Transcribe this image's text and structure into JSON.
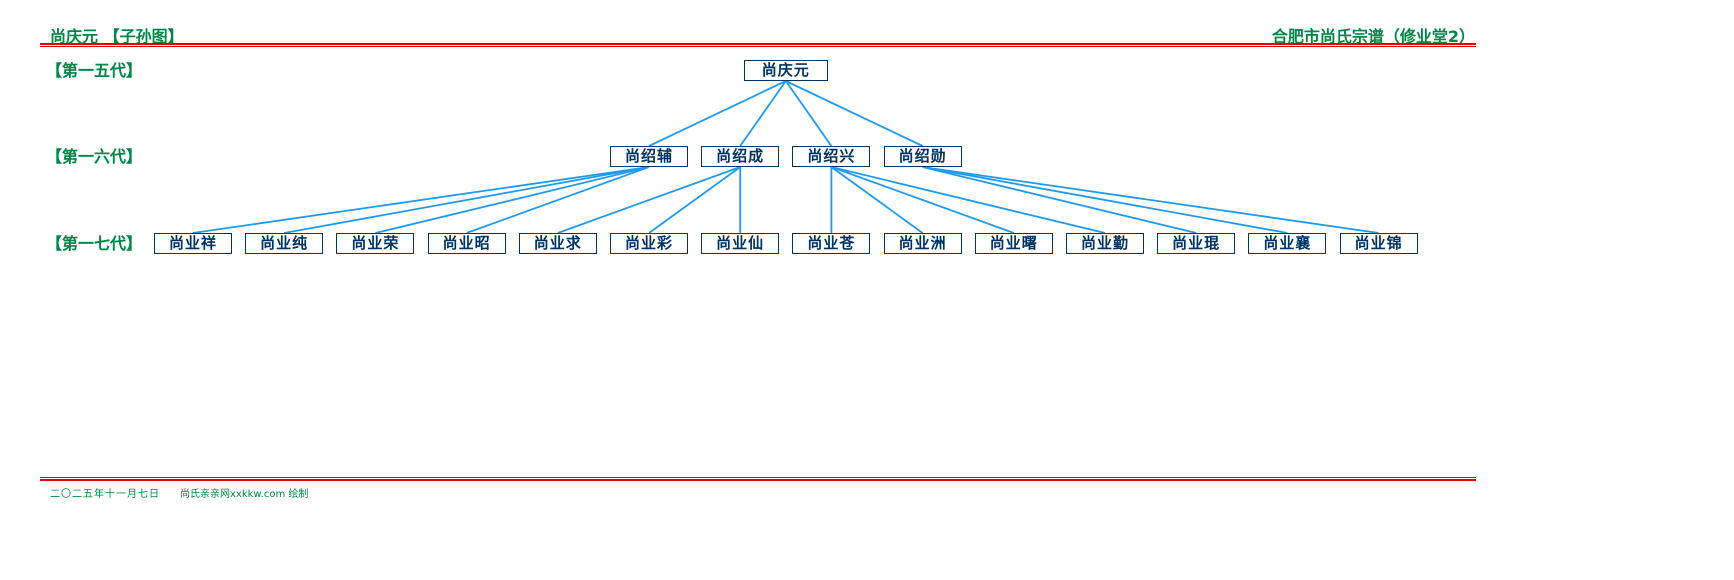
{
  "header": {
    "left_title": "尚庆元 【子孙图】",
    "right_title": "合肥市尚氏宗谱（修业堂2）"
  },
  "generations": [
    {
      "label": "【第一五代】"
    },
    {
      "label": "【第一六代】"
    },
    {
      "label": "【第一七代】"
    }
  ],
  "tree": {
    "root": "尚庆元",
    "children": [
      {
        "name": "尚绍辅",
        "children": [
          "尚业祥",
          "尚业纯",
          "尚业荣",
          "尚业昭"
        ]
      },
      {
        "name": "尚绍成",
        "children": [
          "尚业求",
          "尚业彩",
          "尚业仙"
        ]
      },
      {
        "name": "尚绍兴",
        "children": [
          "尚业苍",
          "尚业洲",
          "尚业曙",
          "尚业勤"
        ]
      },
      {
        "name": "尚绍勋",
        "children": [
          "尚业琨",
          "尚业襄",
          "尚业锦"
        ]
      }
    ]
  },
  "footer": {
    "date": "二〇二五年十一月七日",
    "credit": "尚氏亲亲网xxkkw.com 绘制"
  },
  "colors": {
    "green": "#008747",
    "red": "#E00000",
    "navy": "#003263",
    "line_blue": "#1E9BF0"
  }
}
